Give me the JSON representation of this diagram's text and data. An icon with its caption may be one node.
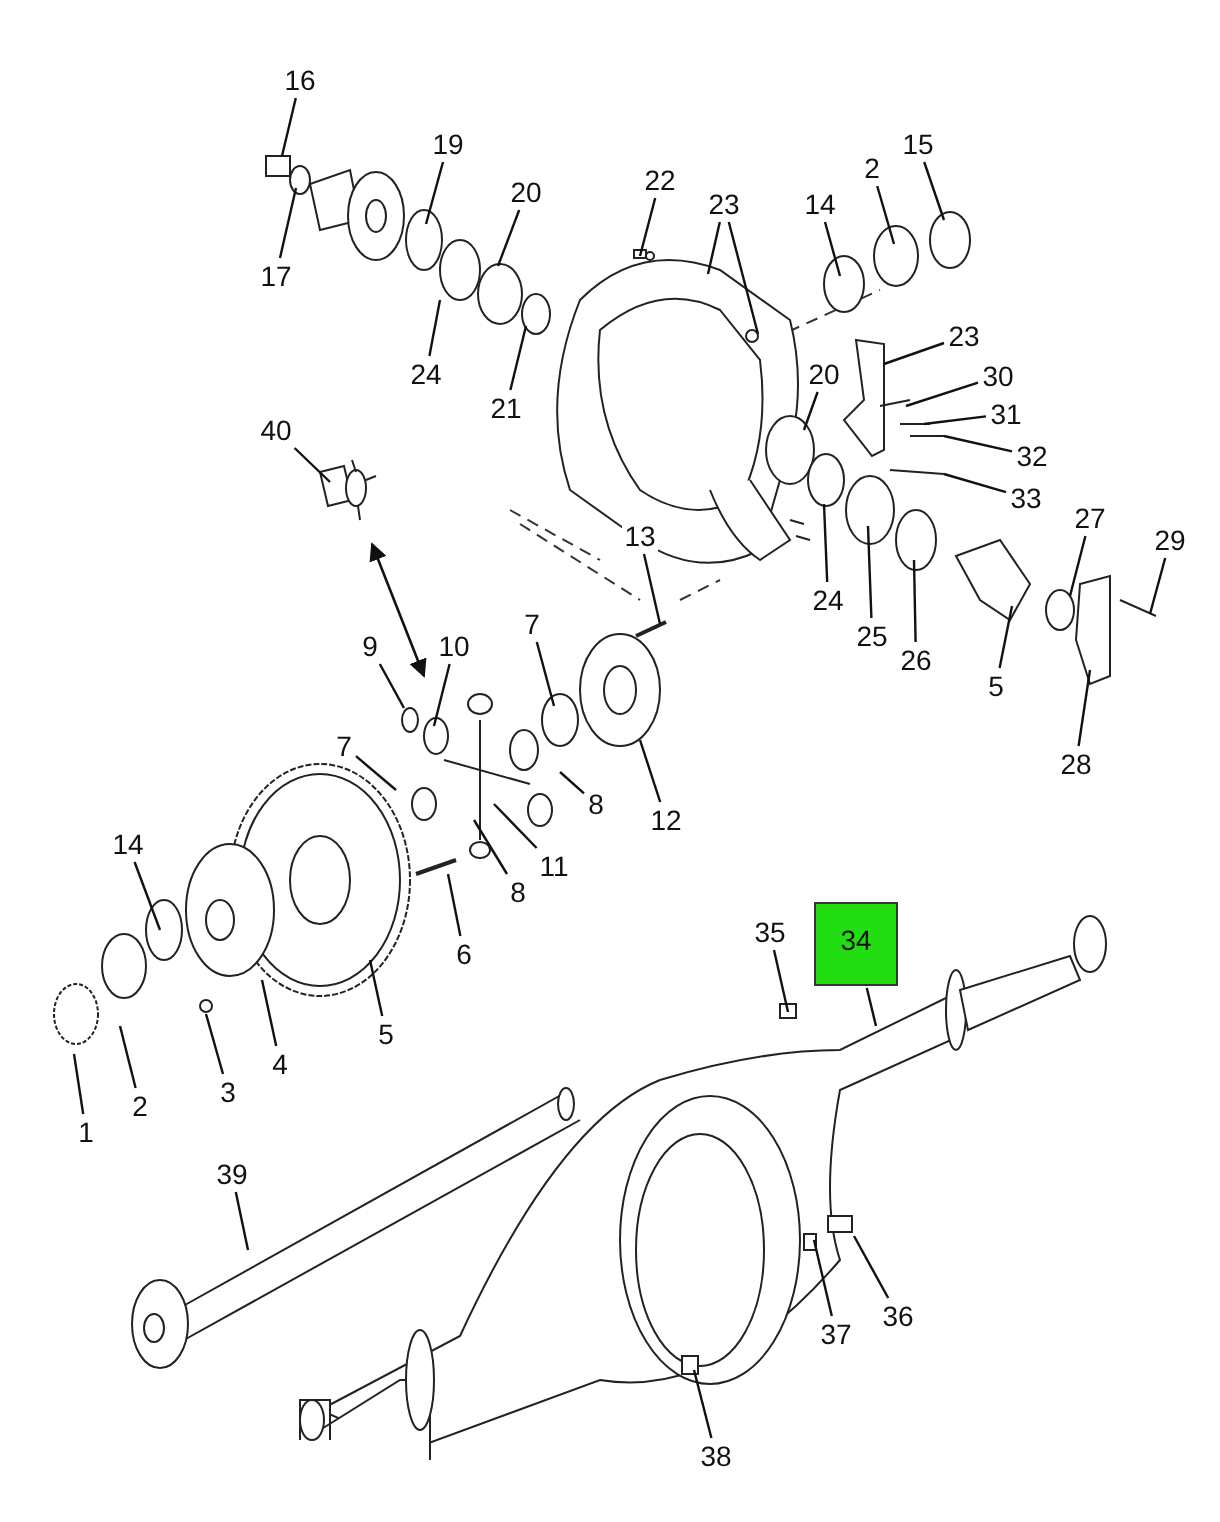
{
  "diagram": {
    "nodes": [
      {
        "text": [
          "16"
        ]
      },
      {
        "text": [
          "15"
        ]
      },
      {
        "text": [
          "19"
        ]
      },
      {
        "text": [
          "2"
        ]
      },
      {
        "text": [
          "22"
        ]
      },
      {
        "text": [
          "20"
        ]
      },
      {
        "text": [
          "23"
        ]
      },
      {
        "text": [
          "14"
        ]
      },
      {
        "text": [
          "17"
        ]
      },
      {
        "text": [
          "23"
        ]
      },
      {
        "text": [
          "24"
        ]
      },
      {
        "text": [
          "20"
        ]
      },
      {
        "text": [
          "30"
        ]
      },
      {
        "text": [
          "21"
        ]
      },
      {
        "text": [
          "31"
        ]
      },
      {
        "text": [
          "40"
        ]
      },
      {
        "text": [
          "32"
        ]
      },
      {
        "text": [
          "33"
        ]
      },
      {
        "text": [
          "27"
        ]
      },
      {
        "text": [
          "29"
        ]
      },
      {
        "text": [
          "13"
        ]
      },
      {
        "text": [
          "24"
        ]
      },
      {
        "text": [
          "7"
        ]
      },
      {
        "text": [
          "25"
        ]
      },
      {
        "text": [
          "9"
        ]
      },
      {
        "text": [
          "10"
        ]
      },
      {
        "text": [
          "26"
        ]
      },
      {
        "text": [
          "5"
        ]
      },
      {
        "text": [
          "7"
        ]
      },
      {
        "text": [
          "28"
        ]
      },
      {
        "text": [
          "8"
        ]
      },
      {
        "text": [
          "12"
        ]
      },
      {
        "text": [
          "14"
        ]
      },
      {
        "text": [
          "11"
        ]
      },
      {
        "text": [
          "8"
        ]
      },
      {
        "text": [
          "35"
        ]
      },
      {
        "text": [
          "34"
        ]
      },
      {
        "text": [
          "6"
        ]
      },
      {
        "text": [
          "5"
        ]
      },
      {
        "text": [
          "4"
        ]
      },
      {
        "text": [
          "3"
        ]
      },
      {
        "text": [
          "2"
        ]
      },
      {
        "text": [
          "1"
        ]
      },
      {
        "text": [
          "39"
        ]
      },
      {
        "text": [
          "36"
        ]
      },
      {
        "text": [
          "37"
        ]
      },
      {
        "text": [
          "38"
        ]
      }
    ],
    "edges": [
      {
        "from": 0,
        "to": null,
        "arrow": "none"
      },
      {
        "from": 1,
        "to": null,
        "arrow": "none"
      },
      {
        "from": 2,
        "to": null,
        "arrow": "none"
      },
      {
        "from": 3,
        "to": null,
        "arrow": "none"
      },
      {
        "from": 4,
        "to": null,
        "arrow": "none"
      },
      {
        "from": 5,
        "to": null,
        "arrow": "none"
      },
      {
        "from": 6,
        "to": null,
        "arrow": "none"
      },
      {
        "from": 6,
        "to": null,
        "arrow": "none"
      },
      {
        "from": 7,
        "to": null,
        "arrow": "none"
      },
      {
        "from": 8,
        "to": null,
        "arrow": "none"
      },
      {
        "from": 9,
        "to": null,
        "arrow": "none"
      },
      {
        "from": 10,
        "to": null,
        "arrow": "none"
      },
      {
        "from": 11,
        "to": null,
        "arrow": "none"
      },
      {
        "from": 12,
        "to": null,
        "arrow": "none"
      },
      {
        "from": 13,
        "to": null,
        "arrow": "none"
      },
      {
        "from": 14,
        "to": null,
        "arrow": "none"
      },
      {
        "from": 15,
        "to": null,
        "arrow": "none"
      },
      {
        "from": 16,
        "to": null,
        "arrow": "none"
      },
      {
        "from": 17,
        "to": null,
        "arrow": "none"
      },
      {
        "from": 18,
        "to": null,
        "arrow": "none"
      },
      {
        "from": 19,
        "to": null,
        "arrow": "none"
      },
      {
        "from": 20,
        "to": null,
        "arrow": "none"
      },
      {
        "from": 21,
        "to": null,
        "arrow": "none"
      },
      {
        "from": 22,
        "to": null,
        "arrow": "none"
      },
      {
        "from": 23,
        "to": null,
        "arrow": "none"
      },
      {
        "from": 24,
        "to": null,
        "arrow": "none"
      },
      {
        "from": 25,
        "to": null,
        "arrow": "none"
      },
      {
        "from": 26,
        "to": null,
        "arrow": "none"
      },
      {
        "from": 27,
        "to": null,
        "arrow": "none"
      },
      {
        "from": 28,
        "to": null,
        "arrow": "none"
      },
      {
        "from": 29,
        "to": null,
        "arrow": "none"
      },
      {
        "from": 30,
        "to": null,
        "arrow": "none"
      },
      {
        "from": 31,
        "to": null,
        "arrow": "none"
      },
      {
        "from": 32,
        "to": null,
        "arrow": "none"
      },
      {
        "from": 33,
        "to": null,
        "arrow": "none"
      },
      {
        "from": 34,
        "to": null,
        "arrow": "none"
      },
      {
        "from": 35,
        "to": null,
        "arrow": "none"
      },
      {
        "from": 36,
        "to": null,
        "arrow": "none"
      },
      {
        "from": 37,
        "to": null,
        "arrow": "none"
      },
      {
        "from": 38,
        "to": null,
        "arrow": "none"
      },
      {
        "from": 39,
        "to": null,
        "arrow": "none"
      },
      {
        "from": 40,
        "to": null,
        "arrow": "none"
      },
      {
        "from": 41,
        "to": null,
        "arrow": "none"
      },
      {
        "from": 42,
        "to": null,
        "arrow": "none"
      },
      {
        "from": 43,
        "to": null,
        "arrow": "none"
      },
      {
        "from": 44,
        "to": null,
        "arrow": "none"
      },
      {
        "from": 45,
        "to": null,
        "arrow": "none"
      },
      {
        "from": 46,
        "to": null,
        "arrow": "none"
      }
    ]
  }
}
